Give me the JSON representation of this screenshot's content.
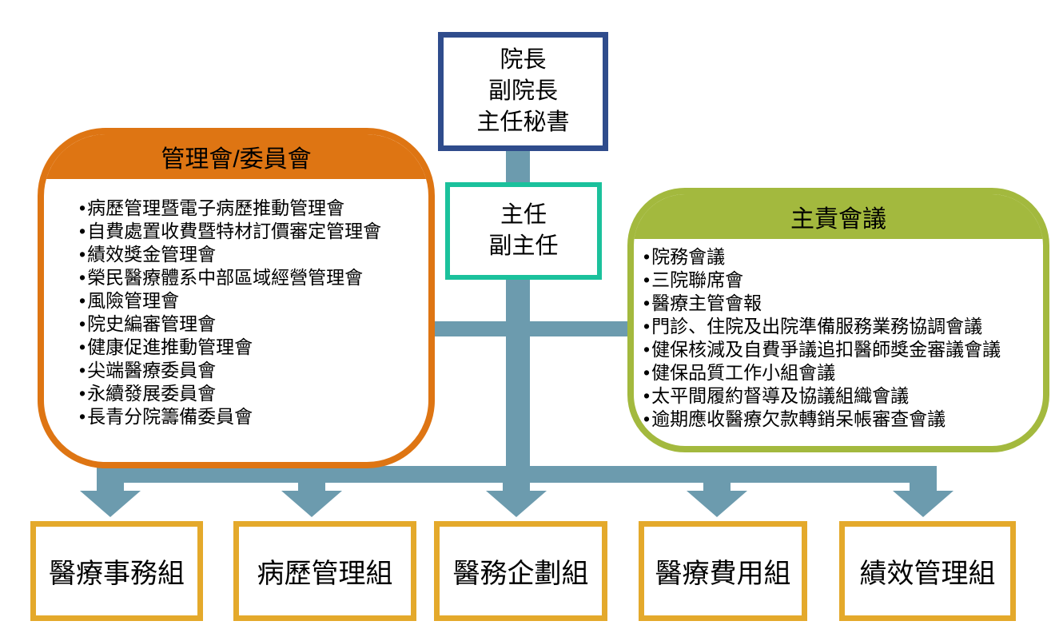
{
  "colors": {
    "navy": "#2F4C8C",
    "teal": "#1BC19C",
    "orange": "#DE7513",
    "olive": "#A3B93E",
    "gold": "#E4A92B",
    "connector": "#6C9BAE"
  },
  "executive_box": {
    "lines": [
      "院長",
      "副院長",
      "主任秘書"
    ]
  },
  "director_box": {
    "lines": [
      "主任",
      "副主任"
    ]
  },
  "left_panel": {
    "title": "管理會/委員會",
    "items": [
      "病歷管理暨電子病歷推動管理會",
      "自費處置收費暨特材訂價審定管理會",
      "績效獎金管理會",
      "榮民醫療體系中部區域經營管理會",
      "風險管理會",
      "院史編審管理會",
      "健康促進推動管理會",
      "尖端醫療委員會",
      "永續發展委員會",
      "長青分院籌備委員會"
    ]
  },
  "right_panel": {
    "title": "主責會議",
    "items": [
      "院務會議",
      "三院聯席會",
      "醫療主管會報",
      "門診、住院及出院準備服務業務協調會議",
      "健保核減及自費爭議追扣醫師獎金審議會議",
      "健保品質工作小組會議",
      "太平間履約督導及協議組織會議",
      "逾期應收醫療欠款轉銷呆帳審查會議"
    ]
  },
  "bottom_boxes": [
    "醫療事務組",
    "病歷管理組",
    "醫務企劃組",
    "醫療費用組",
    "績效管理組"
  ]
}
